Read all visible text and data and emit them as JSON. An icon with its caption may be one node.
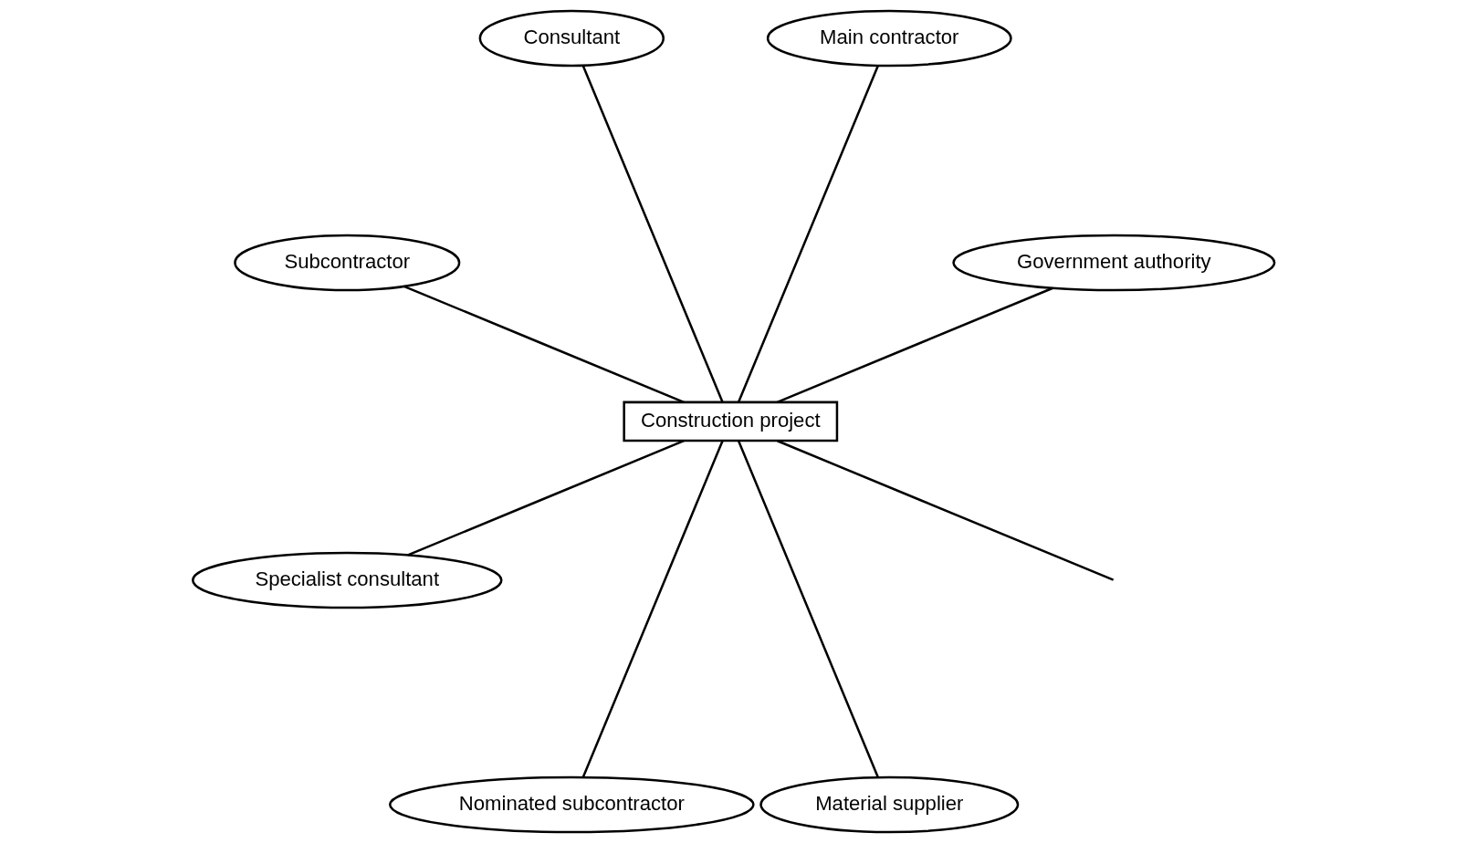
{
  "diagram": {
    "nodes": [
      {
        "text": [
          "Government authority"
        ]
      },
      {
        "text": [
          "Main contractor"
        ]
      },
      {
        "text": [
          "Consultant"
        ]
      },
      {
        "text": [
          "Construction project"
        ]
      },
      {
        "text": [
          "Subcontractor"
        ]
      },
      {
        "text": [
          "Specialist consultant"
        ]
      },
      {
        "text": [
          "Nominated subcontractor"
        ]
      },
      {
        "text": [
          "Material supplier"
        ]
      }
    ],
    "edges": [
      {
        "from": null,
        "to": 3,
        "arrow": "none"
      },
      {
        "from": 3,
        "to": 0,
        "arrow": "none"
      },
      {
        "from": 3,
        "to": 1,
        "arrow": "none"
      },
      {
        "from": 3,
        "to": 2,
        "arrow": "none"
      },
      {
        "from": 3,
        "to": 4,
        "arrow": "none"
      },
      {
        "from": 3,
        "to": 5,
        "arrow": "none"
      },
      {
        "from": 3,
        "to": 6,
        "arrow": "none"
      },
      {
        "from": 3,
        "to": 7,
        "arrow": "none"
      }
    ]
  }
}
